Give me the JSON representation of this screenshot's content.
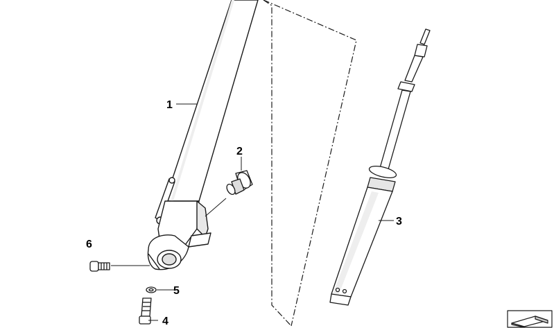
{
  "diagram": {
    "colors": {
      "line": "#1a1a1a",
      "fill": "#ffffff",
      "shade": "#d9d9d9"
    },
    "callouts": [
      {
        "id": "callout-1",
        "label": "1"
      },
      {
        "id": "callout-2",
        "label": "2"
      },
      {
        "id": "callout-3",
        "label": "3"
      },
      {
        "id": "callout-4",
        "label": "4"
      },
      {
        "id": "callout-5",
        "label": "5"
      },
      {
        "id": "callout-6",
        "label": "6"
      }
    ],
    "parts": [
      {
        "label": "1",
        "name": "fork-tube-icon"
      },
      {
        "label": "2",
        "name": "screw-plug-icon"
      },
      {
        "label": "3",
        "name": "shock-absorber-icon"
      },
      {
        "label": "4",
        "name": "hex-bolt-icon"
      },
      {
        "label": "5",
        "name": "washer-icon"
      },
      {
        "label": "6",
        "name": "socket-screw-icon"
      }
    ],
    "corner_icon": "folded-sheet-icon"
  }
}
